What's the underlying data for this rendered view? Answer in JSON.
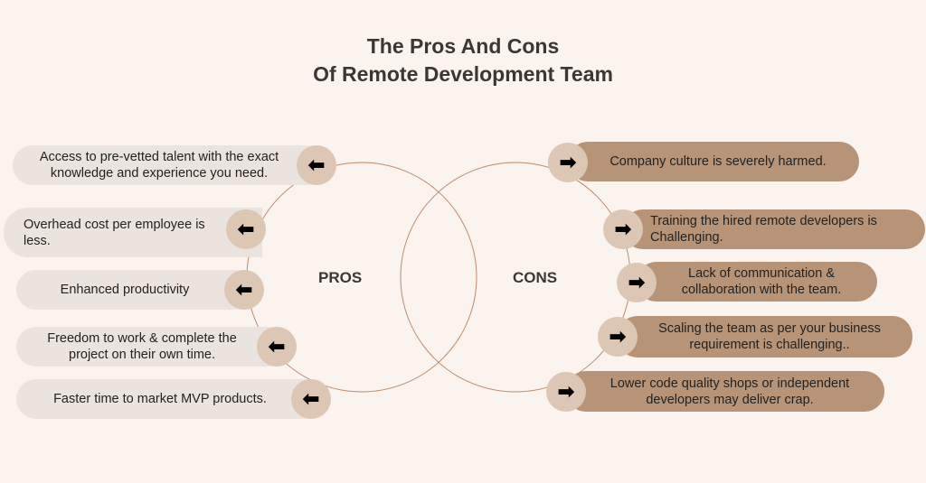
{
  "title_line1": "The Pros And Cons",
  "title_line2": "Of Remote Development Team",
  "pros_label": "PROS",
  "cons_label": "CONS",
  "pros": [
    "Access to pre-vetted talent with the exact knowledge and experience you need.",
    "Overhead cost per employee is less.",
    "Enhanced productivity",
    "Freedom to work & complete the project on their own time.",
    "Faster time to market MVP products."
  ],
  "cons": [
    "Company culture is severely harmed.",
    "Training the hired remote developers is Challenging.",
    "Lack of communication & collaboration with the team.",
    "Scaling the team as per your business requirement is challenging..",
    "Lower code quality shops or independent developers may deliver crap."
  ],
  "icons": {
    "pro": "arrow-left-icon",
    "con": "arrow-right-icon"
  },
  "colors": {
    "background": "#faf3ee",
    "pro_pill": "#ebe4de",
    "con_pill": "#b79478",
    "icon_circle": "#dcc6b4",
    "ring": "#b98c6c"
  }
}
